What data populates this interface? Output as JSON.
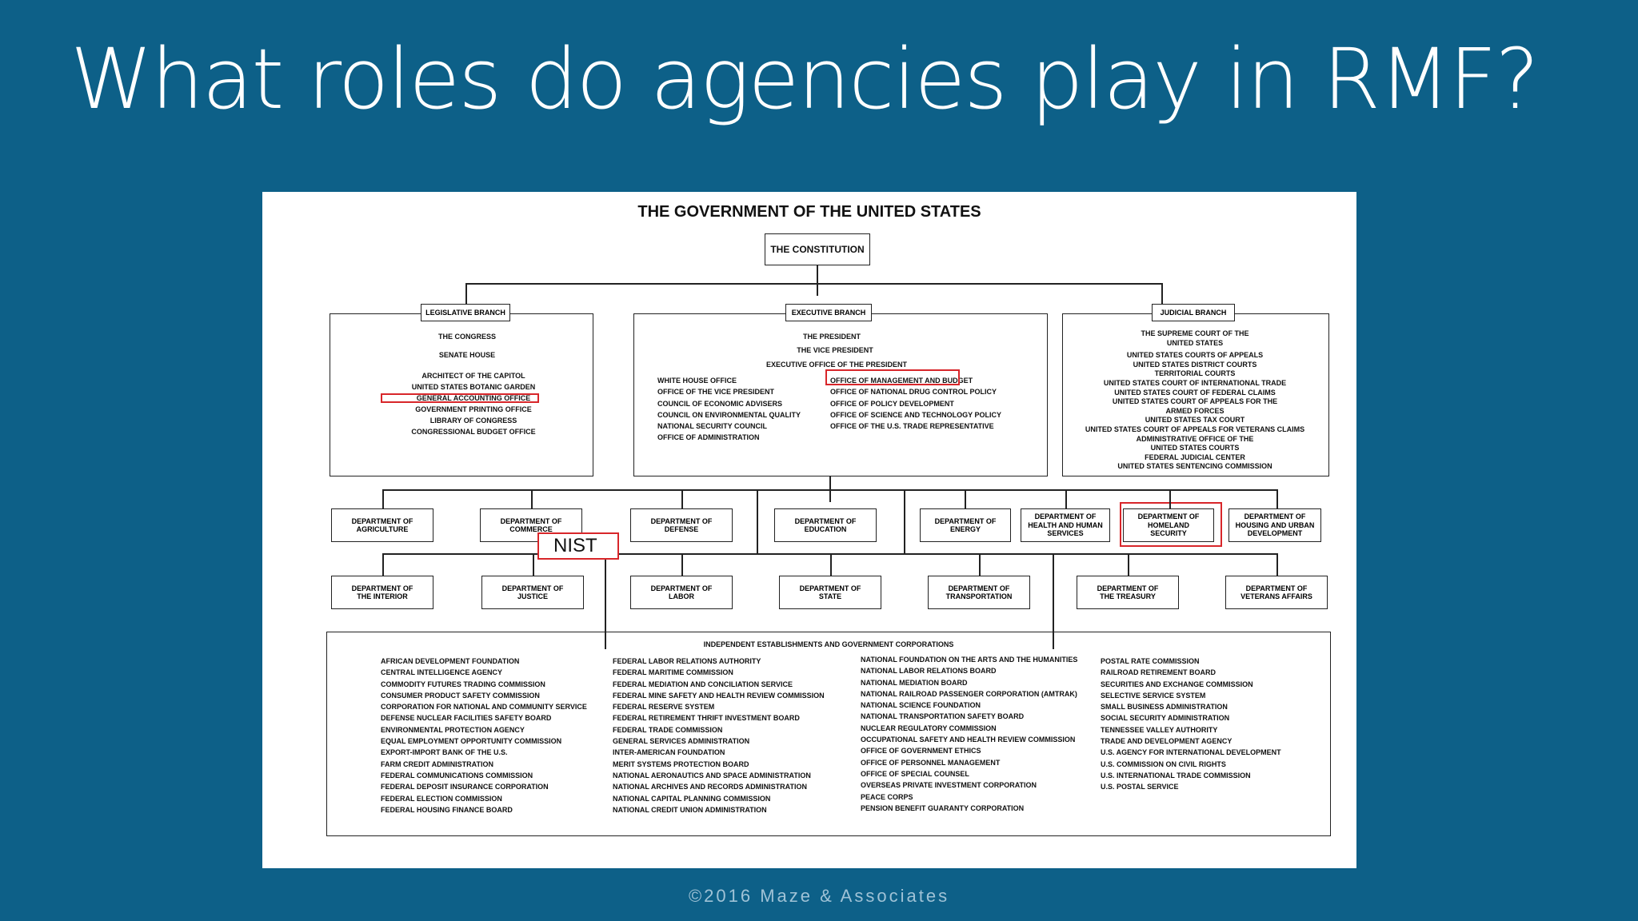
{
  "slide": {
    "title": "What roles do agencies play in RMF?",
    "footer": "©2016 Maze & Associates"
  },
  "chart": {
    "heading": "THE GOVERNMENT OF THE UNITED STATES",
    "constitution": "THE CONSTITUTION",
    "legislative": {
      "label": "LEGISLATIVE BRANCH",
      "lines": [
        "THE CONGRESS",
        "SENATE   HOUSE",
        "ARCHITECT OF THE CAPITOL",
        "UNITED STATES BOTANIC GARDEN",
        "GENERAL ACCOUNTING OFFICE",
        "GOVERNMENT PRINTING OFFICE",
        "LIBRARY OF CONGRESS",
        "CONGRESSIONAL BUDGET OFFICE"
      ]
    },
    "executive": {
      "label": "EXECUTIVE BRANCH",
      "president": "THE PRESIDENT",
      "vice_president": "THE VICE PRESIDENT",
      "eop": "EXECUTIVE OFFICE OF THE PRESIDENT",
      "left": [
        "WHITE HOUSE OFFICE",
        "OFFICE OF THE VICE PRESIDENT",
        "COUNCIL OF ECONOMIC ADVISERS",
        "COUNCIL ON ENVIRONMENTAL QUALITY",
        "NATIONAL SECURITY COUNCIL",
        "OFFICE OF ADMINISTRATION"
      ],
      "right": [
        "OFFICE OF MANAGEMENT AND BUDGET",
        "OFFICE OF NATIONAL DRUG CONTROL POLICY",
        "OFFICE OF POLICY DEVELOPMENT",
        "OFFICE OF SCIENCE AND TECHNOLOGY POLICY",
        "OFFICE OF THE U.S. TRADE REPRESENTATIVE"
      ]
    },
    "judicial": {
      "label": "JUDICIAL BRANCH",
      "lines": [
        "THE SUPREME COURT OF THE",
        "UNITED STATES",
        "UNITED STATES COURTS OF APPEALS",
        "UNITED STATES DISTRICT COURTS",
        "TERRITORIAL COURTS",
        "UNITED STATES COURT OF INTERNATIONAL TRADE",
        "UNITED STATES COURT OF FEDERAL CLAIMS",
        "UNITED STATES COURT OF APPEALS FOR THE",
        "ARMED FORCES",
        "UNITED STATES TAX COURT",
        "UNITED STATES COURT OF APPEALS FOR VETERANS CLAIMS",
        "ADMINISTRATIVE OFFICE OF THE",
        "UNITED STATES COURTS",
        "FEDERAL JUDICIAL CENTER",
        "UNITED STATES SENTENCING COMMISSION"
      ]
    },
    "departments_row1": [
      "DEPARTMENT OF\nAGRICULTURE",
      "DEPARTMENT OF\nCOMMERCE",
      "DEPARTMENT OF\nDEFENSE",
      "DEPARTMENT OF\nEDUCATION",
      "DEPARTMENT OF\nENERGY",
      "DEPARTMENT OF\nHEALTH AND HUMAN\nSERVICES",
      "DEPARTMENT OF\nHOMELAND\nSECURITY",
      "DEPARTMENT OF\nHOUSING AND URBAN\nDEVELOPMENT"
    ],
    "departments_row2": [
      "DEPARTMENT OF\nTHE INTERIOR",
      "DEPARTMENT OF\nJUSTICE",
      "DEPARTMENT OF\nLABOR",
      "DEPARTMENT OF\nSTATE",
      "DEPARTMENT OF\nTRANSPORTATION",
      "DEPARTMENT OF\nTHE TREASURY",
      "DEPARTMENT OF\nVETERANS AFFAIRS"
    ],
    "nist_label": "NIST",
    "independent": {
      "heading": "INDEPENDENT ESTABLISHMENTS AND GOVERNMENT CORPORATIONS",
      "col1": [
        "AFRICAN DEVELOPMENT FOUNDATION",
        "CENTRAL INTELLIGENCE AGENCY",
        "COMMODITY FUTURES TRADING COMMISSION",
        "CONSUMER PRODUCT SAFETY COMMISSION",
        "CORPORATION FOR NATIONAL AND COMMUNITY SERVICE",
        "DEFENSE NUCLEAR FACILITIES SAFETY BOARD",
        "ENVIRONMENTAL PROTECTION AGENCY",
        "EQUAL EMPLOYMENT OPPORTUNITY COMMISSION",
        "EXPORT-IMPORT BANK OF THE U.S.",
        "FARM CREDIT ADMINISTRATION",
        "FEDERAL COMMUNICATIONS COMMISSION",
        "FEDERAL DEPOSIT INSURANCE CORPORATION",
        "FEDERAL ELECTION COMMISSION",
        "FEDERAL HOUSING FINANCE BOARD"
      ],
      "col2": [
        "FEDERAL LABOR RELATIONS AUTHORITY",
        "FEDERAL MARITIME COMMISSION",
        "FEDERAL MEDIATION AND CONCILIATION SERVICE",
        "FEDERAL MINE SAFETY AND HEALTH REVIEW COMMISSION",
        "FEDERAL RESERVE SYSTEM",
        "FEDERAL RETIREMENT THRIFT INVESTMENT BOARD",
        "FEDERAL TRADE COMMISSION",
        "GENERAL SERVICES ADMINISTRATION",
        "INTER-AMERICAN FOUNDATION",
        "MERIT SYSTEMS PROTECTION BOARD",
        "NATIONAL AERONAUTICS AND SPACE ADMINISTRATION",
        "NATIONAL ARCHIVES AND RECORDS ADMINISTRATION",
        "NATIONAL CAPITAL PLANNING COMMISSION",
        "NATIONAL CREDIT UNION ADMINISTRATION"
      ],
      "col3": [
        "NATIONAL FOUNDATION ON THE ARTS AND THE HUMANITIES",
        "NATIONAL LABOR RELATIONS BOARD",
        "NATIONAL MEDIATION BOARD",
        "NATIONAL RAILROAD PASSENGER CORPORATION (AMTRAK)",
        "NATIONAL SCIENCE FOUNDATION",
        "NATIONAL TRANSPORTATION SAFETY BOARD",
        "NUCLEAR REGULATORY COMMISSION",
        "OCCUPATIONAL SAFETY AND HEALTH REVIEW COMMISSION",
        "OFFICE OF GOVERNMENT ETHICS",
        "OFFICE OF PERSONNEL MANAGEMENT",
        "OFFICE OF SPECIAL COUNSEL",
        "OVERSEAS PRIVATE INVESTMENT CORPORATION",
        "PEACE CORPS",
        "PENSION BENEFIT GUARANTY CORPORATION"
      ],
      "col4": [
        "POSTAL RATE COMMISSION",
        "RAILROAD RETIREMENT BOARD",
        "SECURITIES AND EXCHANGE COMMISSION",
        "SELECTIVE SERVICE SYSTEM",
        "SMALL BUSINESS ADMINISTRATION",
        "SOCIAL SECURITY ADMINISTRATION",
        "TENNESSEE VALLEY AUTHORITY",
        "TRADE AND DEVELOPMENT AGENCY",
        "U.S. AGENCY FOR INTERNATIONAL DEVELOPMENT",
        "U.S. COMMISSION ON CIVIL RIGHTS",
        "U.S. INTERNATIONAL TRADE COMMISSION",
        "U.S. POSTAL SERVICE"
      ]
    }
  }
}
